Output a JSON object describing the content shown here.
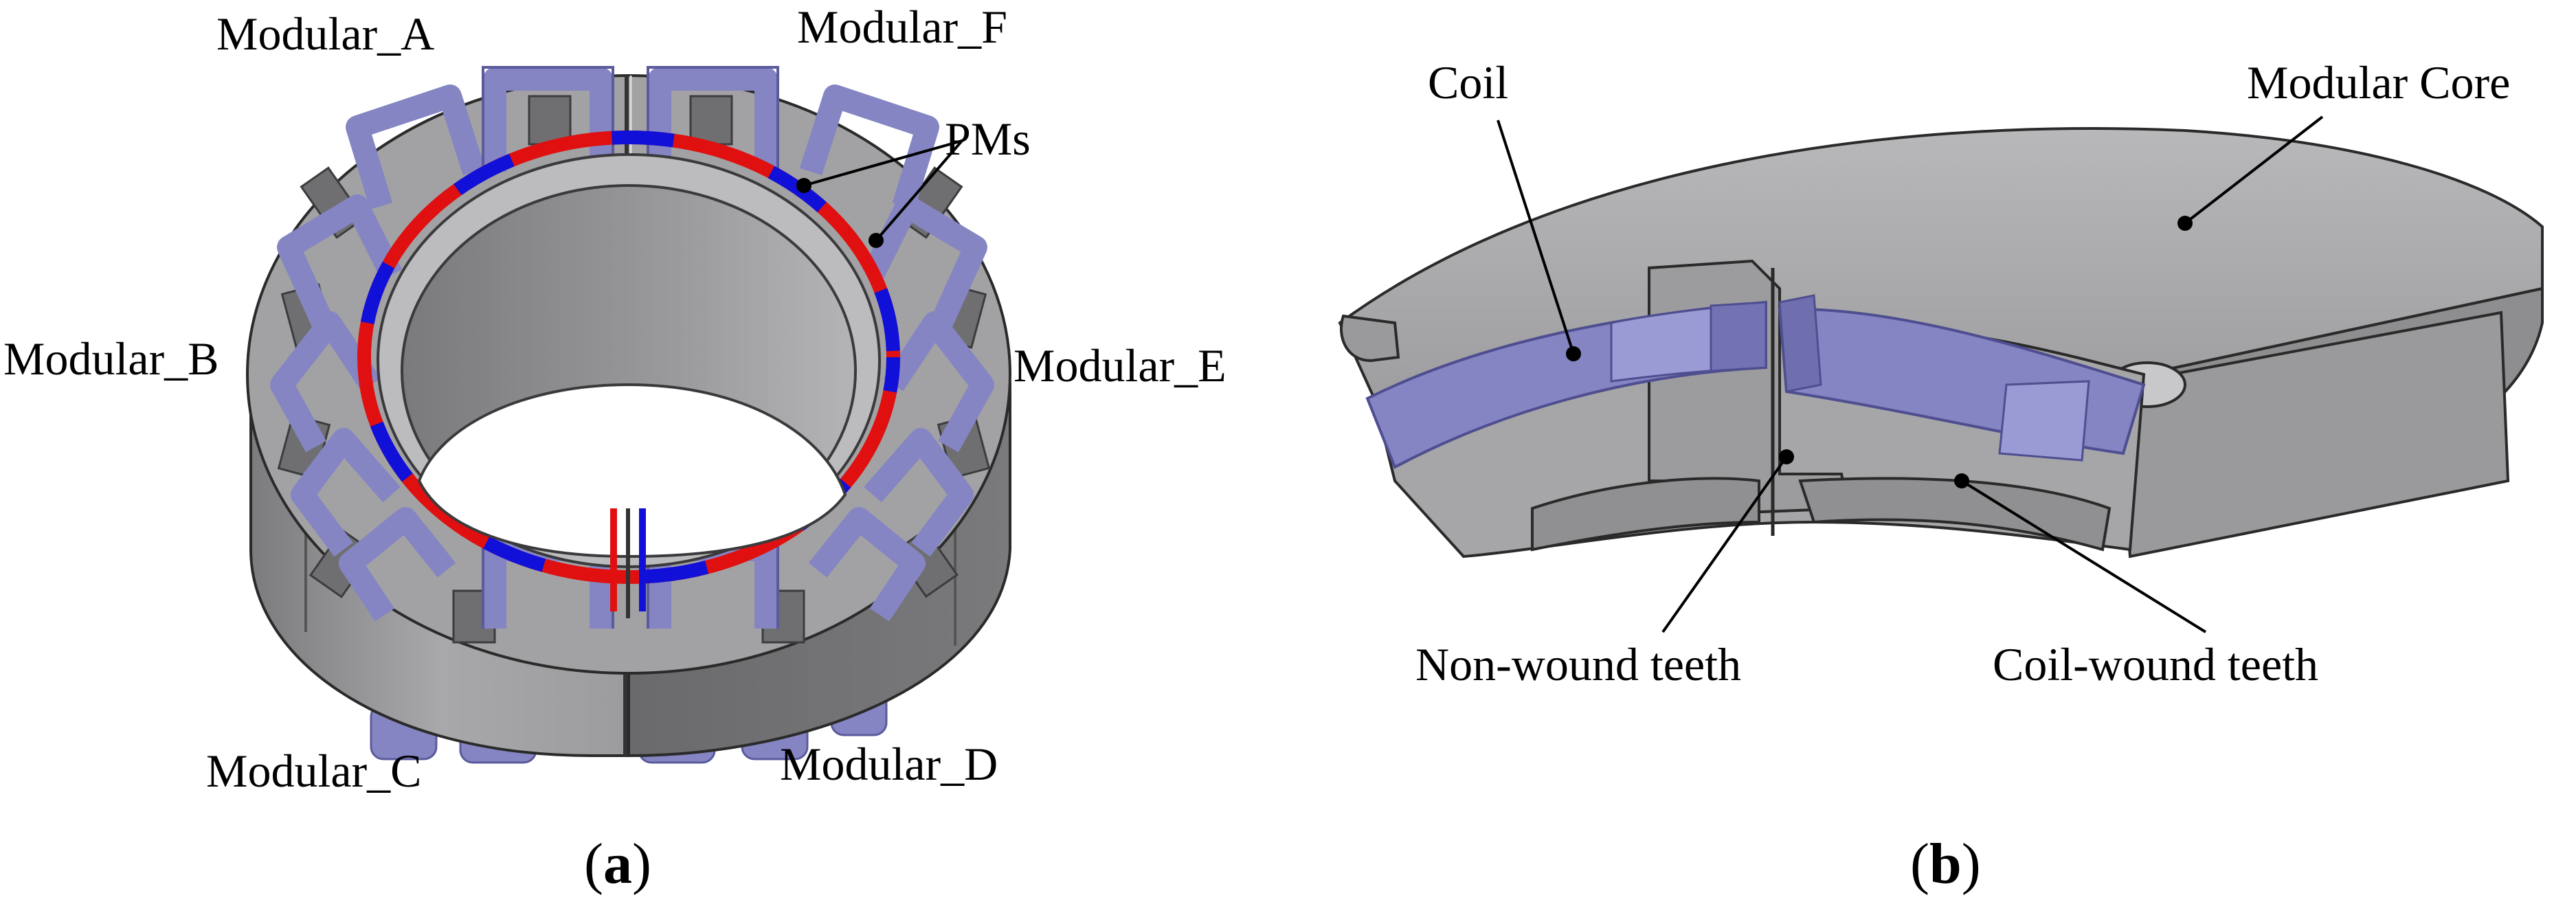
{
  "panel_a": {
    "labels": {
      "modular_a": "Modular_A",
      "modular_f": "Modular_F",
      "modular_b": "Modular_B",
      "modular_e": "Modular_E",
      "modular_c": "Modular_C",
      "modular_d": "Modular_D",
      "pms": "PMs"
    },
    "caption": {
      "open": "(",
      "letter": "a",
      "close": ")"
    }
  },
  "panel_b": {
    "labels": {
      "coil": "Coil",
      "modular_core": "Modular Core",
      "non_wound_teeth": "Non-wound teeth",
      "coil_wound_teeth": "Coil-wound teeth"
    },
    "caption": {
      "open": "(",
      "letter": "b",
      "close": ")"
    }
  },
  "colors": {
    "core_light": "#a9a9ab",
    "core_mid": "#8e8e90",
    "core_dark": "#666668",
    "coil_fill": "#8585c4",
    "coil_edge": "#5a5a9c",
    "pm_red": "#e01010",
    "pm_blue": "#1010d8"
  }
}
